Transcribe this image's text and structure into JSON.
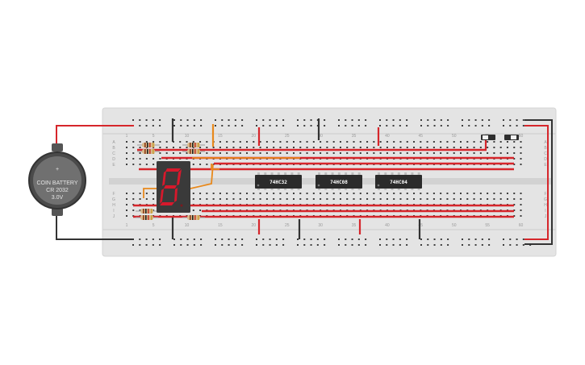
{
  "battery": {
    "plus_sign": "+",
    "line1": "COIN BATTERY",
    "line2": "CR 2032",
    "line3": "3.0V"
  },
  "chips": [
    {
      "label": "74HC32"
    },
    {
      "label": "74HC08"
    },
    {
      "label": "74HC04"
    }
  ],
  "seven_segment": {
    "digit": "8"
  },
  "breadboard": {
    "column_numbers": [
      "1",
      "5",
      "10",
      "15",
      "20",
      "25",
      "30",
      "35",
      "40",
      "45",
      "50",
      "55",
      "60"
    ],
    "row_letters_top": [
      "A",
      "B",
      "C",
      "D",
      "E"
    ],
    "row_letters_bottom": [
      "F",
      "G",
      "H",
      "I",
      "J"
    ]
  },
  "colors": {
    "board": "#e4e4e4",
    "wire_red": "#d6262b",
    "wire_black": "#333333",
    "wire_orange": "#e8891c",
    "chip": "#2b2b2b",
    "segment": "#d7192c"
  }
}
